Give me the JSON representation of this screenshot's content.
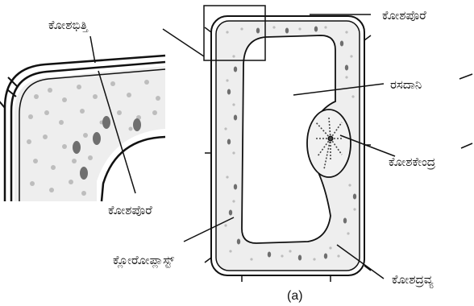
{
  "diagram": {
    "caption": "(a)",
    "labels": {
      "cell_wall": "ಕೋಶಭಿತ್ತಿ",
      "cell_membrane_zoom": "ಕೋಶಪೊರೆ",
      "chloroplast": "ಕ್ಲೋರೋಪ್ಲಾಸ್ಟ್",
      "cell_membrane": "ಕೋಶಪೊರೆ",
      "vacuole": "ರಸದಾನಿ",
      "nucleus": "ಕೋಶಕೇಂದ್ರ",
      "cytoplasm": "ಕೋಶದ್ರವ್ಯ"
    },
    "colors": {
      "ink": "#111111",
      "cytoplasm_fill": "#eeeeee",
      "dots": "#bdbdbd",
      "chloroplast": "#6f6f6f"
    }
  }
}
